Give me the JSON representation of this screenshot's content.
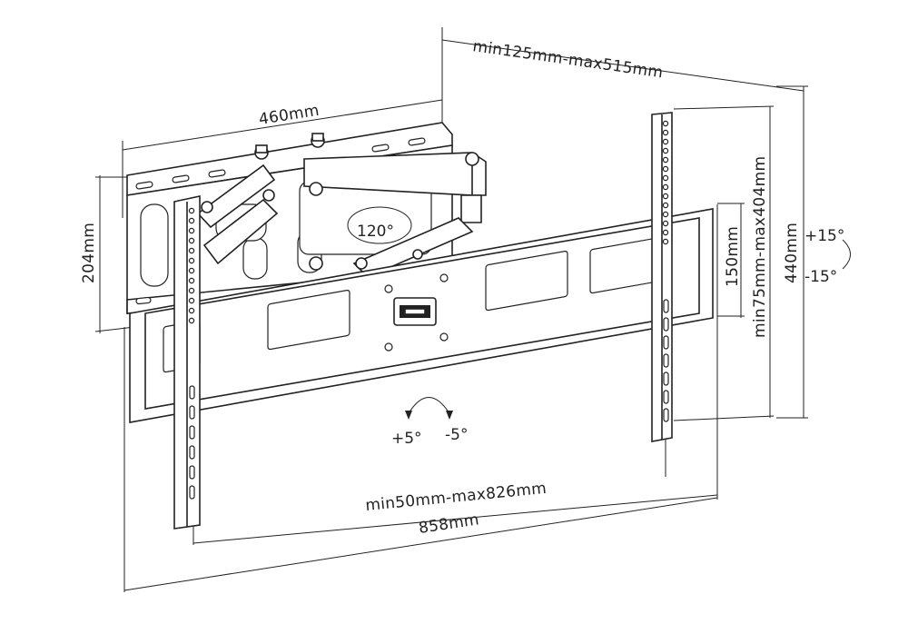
{
  "dimensions": {
    "arm_extension": "min125mm-max515mm",
    "wall_plate_width": "460mm",
    "wall_plate_height": "204mm",
    "tv_arm_height": "150mm",
    "vertical_spacing": "min75mm-max404mm",
    "total_height": "440mm",
    "horizontal_spacing": "min50mm-max826mm",
    "total_width": "858mm"
  },
  "rotations": {
    "swivel": "120°",
    "tilt_up": "+15°",
    "tilt_down": "-15°",
    "level_plus": "+5°",
    "level_minus": "-5°"
  }
}
